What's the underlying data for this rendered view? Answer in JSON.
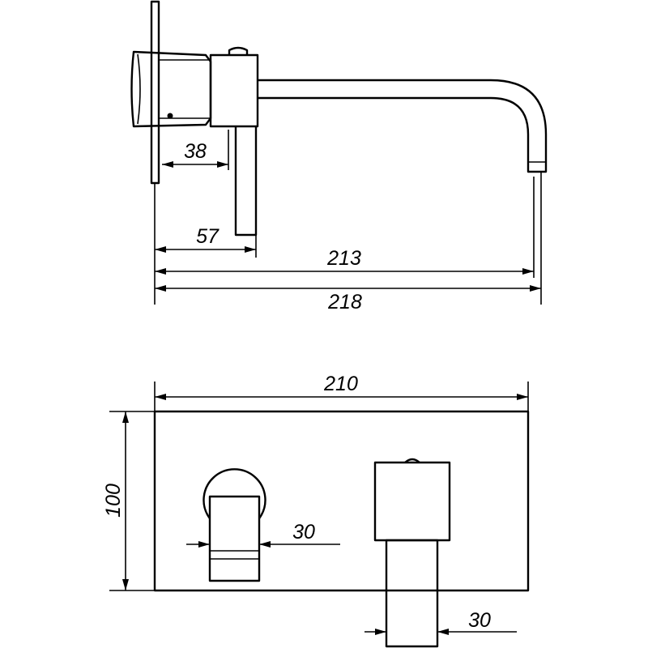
{
  "side_view": {
    "dimensions": {
      "d38": "38",
      "d57": "57",
      "d213": "213",
      "d218": "218"
    }
  },
  "front_view": {
    "dimensions": {
      "width": "210",
      "height": "100",
      "handle_width": "30",
      "spout_width": "30"
    }
  },
  "colors": {
    "line": "#000000",
    "background": "#ffffff"
  }
}
